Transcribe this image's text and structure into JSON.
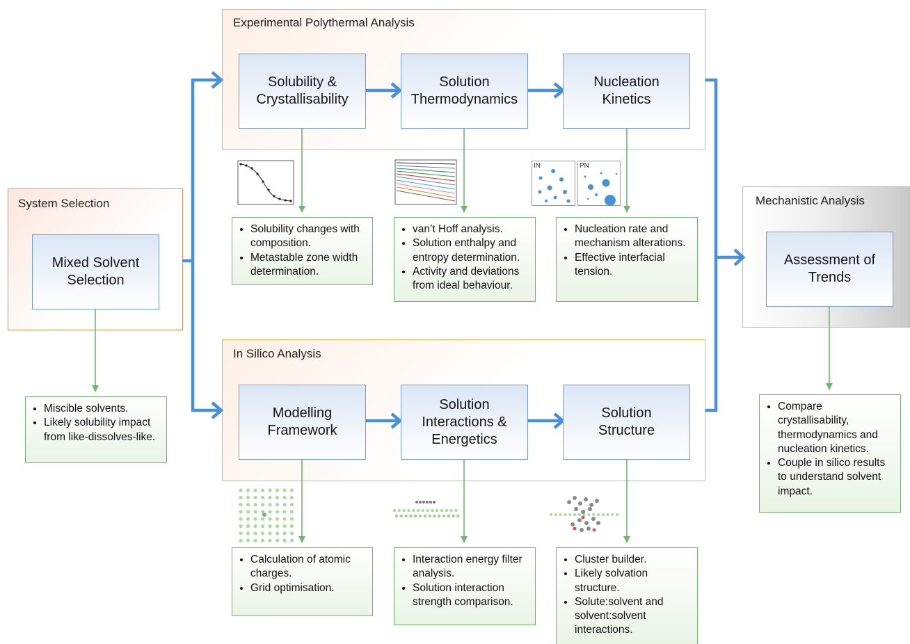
{
  "colors": {
    "arrow_blue": "#4a90d4",
    "connector_green": "#6db86c",
    "panel_orange": "#f0b24a",
    "panel_system": "#f08a5a",
    "box_border_blue": "#6f9bd1"
  },
  "system_selection": {
    "title": "System Selection",
    "box": "Mixed Solvent\nSelection",
    "notes": [
      "Miscible solvents.",
      "Likely solubility impact from like-dissolves-like."
    ]
  },
  "experimental": {
    "title": "Experimental Polythermal Analysis",
    "boxes": [
      {
        "label": "Solubility &\nCrystallisability",
        "notes": [
          "Solubility changes with composition.",
          "Metastable zone width determination."
        ]
      },
      {
        "label": "Solution\nThermodynamics",
        "notes": [
          "van’t Hoff analysis.",
          "Solution enthalpy and entropy determination.",
          "Activity and deviations from ideal behaviour."
        ]
      },
      {
        "label": "Nucleation\nKinetics",
        "notes": [
          "Nucleation rate and mechanism alterations.",
          "Effective interfacial tension."
        ]
      }
    ],
    "thumb_labels": [
      "IN",
      "PN"
    ]
  },
  "in_silico": {
    "title": "In Silico Analysis",
    "boxes": [
      {
        "label": "Modelling\nFramework",
        "notes": [
          "Calculation of atomic charges.",
          "Grid optimisation."
        ]
      },
      {
        "label": "Solution\nInteractions &\nEnergetics",
        "notes": [
          "Interaction energy filter analysis.",
          "Solution interaction strength comparison."
        ]
      },
      {
        "label": "Solution\nStructure",
        "notes": [
          "Cluster builder.",
          "Likely solvation structure.",
          "Solute:solvent and solvent:solvent interactions."
        ]
      }
    ]
  },
  "mechanistic": {
    "title": "Mechanistic Analysis",
    "box": "Assessment of\nTrends",
    "notes": [
      "Compare crystallisability, thermodynamics and nucleation kinetics.",
      "Couple in silico results to understand solvent impact."
    ]
  }
}
